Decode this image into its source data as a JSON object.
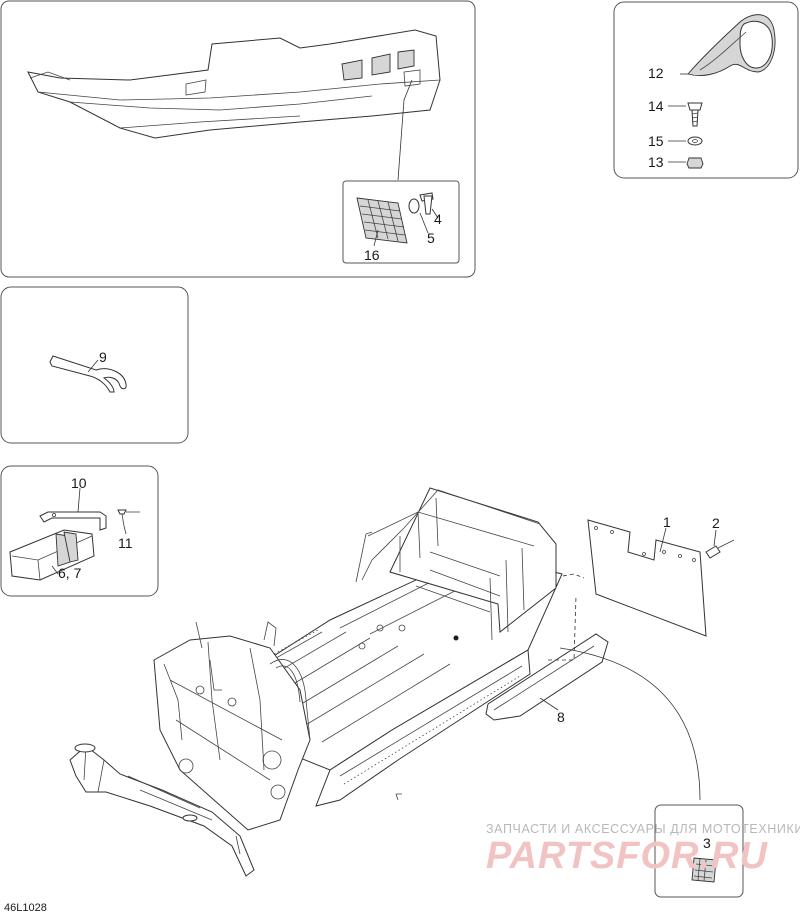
{
  "diagram_code": "46L1028",
  "callouts": {
    "c1": "1",
    "c2": "2",
    "c3": "3",
    "c4": "4",
    "c5": "5",
    "c67": "6, 7",
    "c8": "8",
    "c9": "9",
    "c10": "10",
    "c11": "11",
    "c12": "12",
    "c13": "13",
    "c14": "14",
    "c15": "15",
    "c16": "16"
  },
  "watermark": {
    "tagline": "ЗАПЧАСТИ И АКСЕССУАРЫ ДЛЯ МОТОТЕХНИКИ",
    "brand": "PARTSFOR.RU"
  },
  "colors": {
    "line": "#333333",
    "watermark_text": "#b8b8b8",
    "watermark_brand": "#f2c3c3"
  }
}
